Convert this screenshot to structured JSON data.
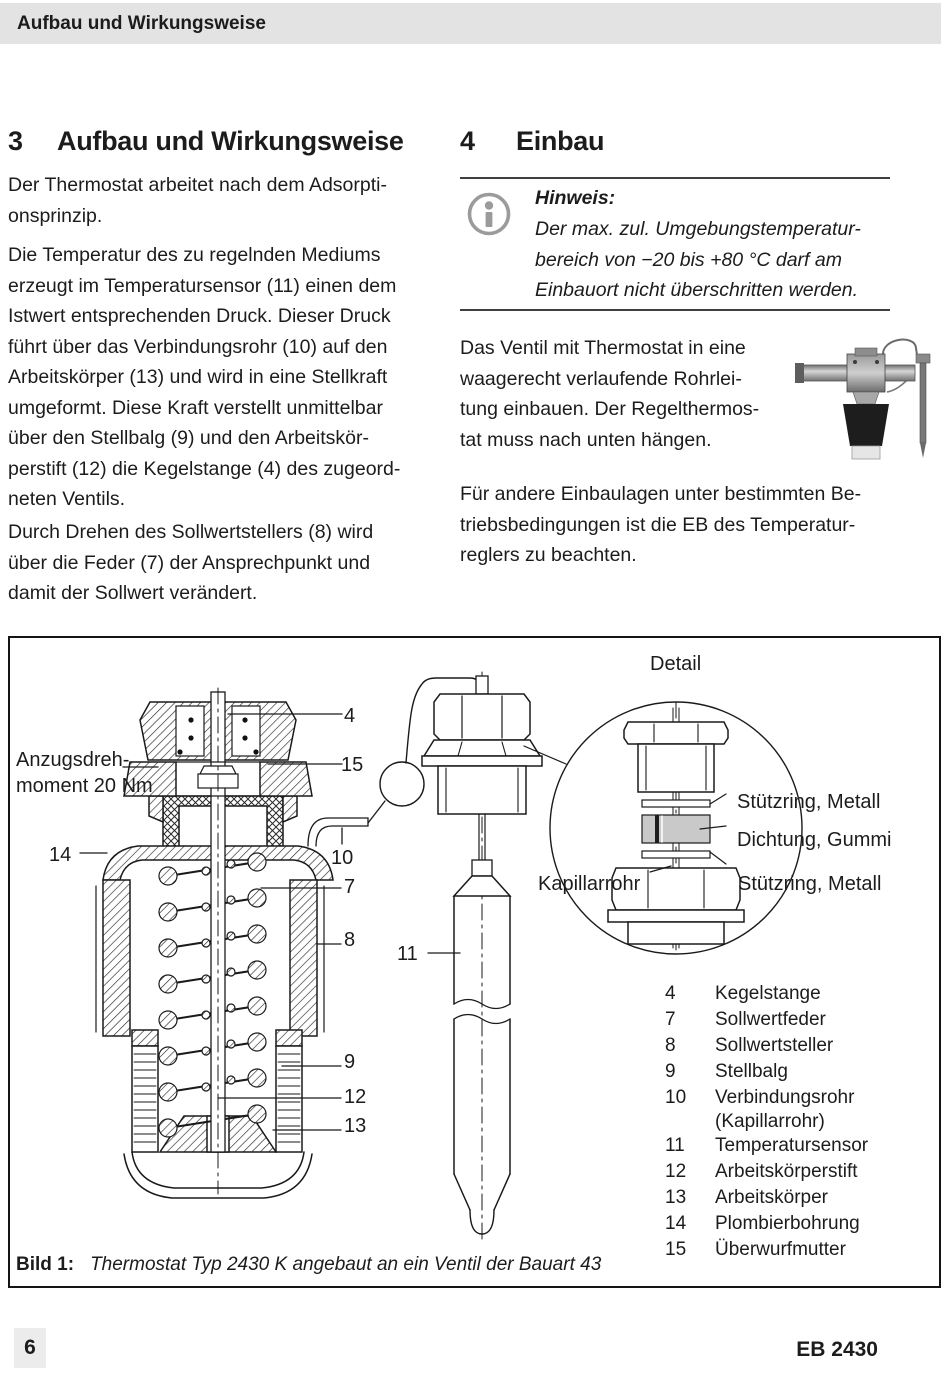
{
  "header": {
    "title": "Aufbau und Wirkungsweise"
  },
  "left_column": {
    "heading_number": "3",
    "heading_title": "Aufbau und Wirkungsweise",
    "paragraphs": [
      "Der Thermostat arbeitet nach dem Adsorpti-\nonsprinzip.",
      "Die Temperatur des zu regelnden Mediums\nerzeugt im Temperatursensor (11) einen dem\nIstwert entsprechenden Druck. Dieser Druck\nführt über das Verbindungsrohr (10) auf den\nArbeitskörper (13) und wird in eine Stellkraft\numgeformt. Diese Kraft verstellt unmittelbar\nüber den Stellbalg (9) und den Arbeitskör-\nperstift (12) die Kegelstange (4) des zugeord-\nneten Ventils.",
      "Durch Drehen des Sollwertstellers (8) wird\nüber die Feder (7) der Ansprechpunkt und\ndamit der Sollwert verändert."
    ]
  },
  "right_column": {
    "heading_number": "4",
    "heading_title": "Einbau",
    "note": {
      "icon": "info-icon",
      "title": "Hinweis:",
      "body": "Der max. zul. Umgebungstemperatur-\nbereich von −20 bis +80 °C darf am\nEinbauort nicht überschritten werden."
    },
    "paragraphs": [
      "Das Ventil mit Thermostat in eine\nwaagerecht verlaufende Rohrlei-\ntung einbauen. Der Regelthermos-\ntat muss nach unten hängen.",
      "Für andere Einbaulagen unter bestimmten Be-\ntriebsbedingungen ist die EB des Temperatur-\nreglers zu beachten."
    ]
  },
  "figure": {
    "detail_label": "Detail",
    "torque_label": "Anzugsdreh-\nmoment 20 Nm",
    "callouts": {
      "c4": "4",
      "c15": "15",
      "c14": "14",
      "c10": "10",
      "c7": "7",
      "c8": "8",
      "c9": "9",
      "c12": "12",
      "c13": "13",
      "c11": "11"
    },
    "detail_annotations": {
      "stuetzring_top": "Stützring, Metall",
      "dichtung": "Dichtung, Gummi",
      "kapillarrohr": "Kapillarrohr",
      "stuetzring_bottom": "Stützring, Metall"
    },
    "legend": [
      {
        "num": "4",
        "label": "Kegelstange"
      },
      {
        "num": "7",
        "label": "Sollwertfeder"
      },
      {
        "num": "8",
        "label": "Sollwertsteller"
      },
      {
        "num": "9",
        "label": "Stellbalg"
      },
      {
        "num": "10",
        "label": "Verbindungsrohr",
        "label2": "(Kapillarrohr)"
      },
      {
        "num": "11",
        "label": "Temperatursensor"
      },
      {
        "num": "12",
        "label": "Arbeitskörperstift"
      },
      {
        "num": "13",
        "label": "Arbeitskörper"
      },
      {
        "num": "14",
        "label": "Plombierbohrung"
      },
      {
        "num": "15",
        "label": "Überwurfmutter"
      }
    ],
    "caption_label": "Bild 1:",
    "caption_text": "Thermostat Typ 2430 K angebaut an ein Ventil der Bauart 43"
  },
  "footer": {
    "page_number": "6",
    "doc_number": "EB 2430"
  },
  "colors": {
    "header_bar": "#e3e3e3",
    "gasket_gray": "#c9c9c9",
    "icon_gray": "#9b9b9b"
  }
}
